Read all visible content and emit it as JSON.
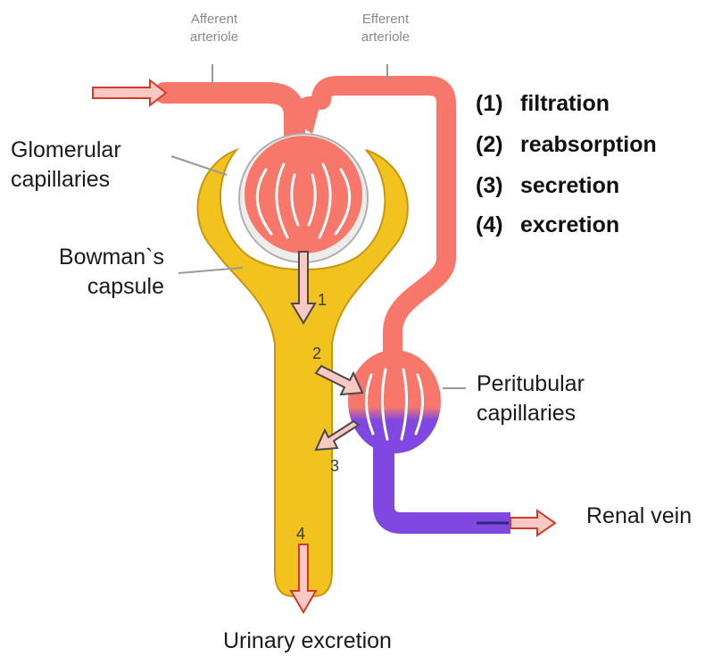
{
  "labels": {
    "afferent_arteriole": "Afferent arteriole",
    "efferent_arteriole": "Efferent arteriole",
    "glomerular_capillaries": [
      "Glomerular",
      "capillaries"
    ],
    "bowmans_capsule": [
      "Bowman`s",
      "capsule"
    ],
    "peritubular_capillaries": [
      "Peritubular",
      "capillaries"
    ],
    "renal_vein": "Renal vein",
    "urinary_excretion": "Urinary excretion"
  },
  "processes": [
    {
      "num": "(1)",
      "name": "filtration"
    },
    {
      "num": "(2)",
      "name": "reabsorption"
    },
    {
      "num": "(3)",
      "name": "secretion"
    },
    {
      "num": "(4)",
      "name": "excretion"
    }
  ],
  "step_markers": [
    "1",
    "2",
    "3",
    "4"
  ],
  "colors": {
    "blood_arterial": "#f7786a",
    "blood_venous": "#8048e0",
    "tubule": "#f2c21e",
    "arrow": "#fbc9c3"
  }
}
